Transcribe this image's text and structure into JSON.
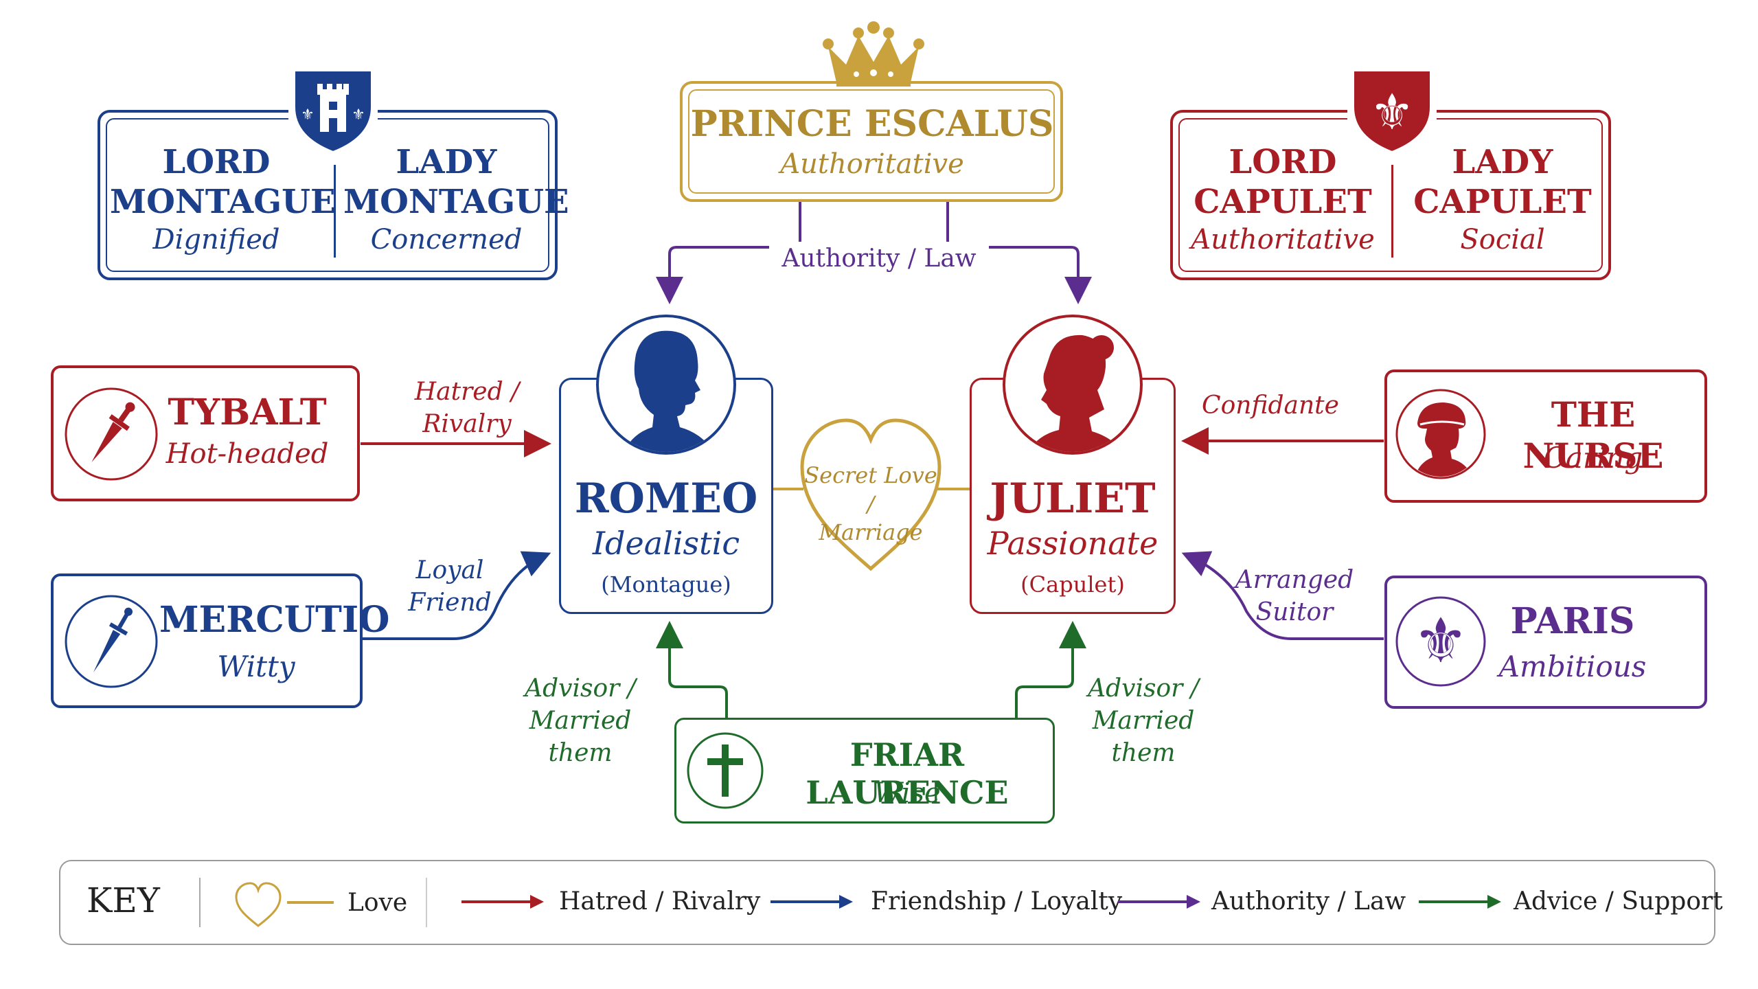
{
  "montague": {
    "lord": "LORD\nMONTAGUE",
    "lord_trait": "Dignified",
    "lady": "LADY\nMONTAGUE",
    "lady_trait": "Concerned"
  },
  "capulet": {
    "lord": "LORD\nCAPULET",
    "lord_trait": "Authoritative",
    "lady": "LADY\nCAPULET",
    "lady_trait": "Social"
  },
  "prince": {
    "name": "PRINCE ESCALUS",
    "trait": "Authoritative"
  },
  "romeo": {
    "name": "ROMEO",
    "trait": "Idealistic",
    "house": "(Montague)"
  },
  "juliet": {
    "name": "JULIET",
    "trait": "Passionate",
    "house": "(Capulet)"
  },
  "tybalt": {
    "name": "TYBALT",
    "trait": "Hot-headed"
  },
  "mercutio": {
    "name": "MERCUTIO",
    "trait": "Witty"
  },
  "nurse": {
    "name": "THE NURSE",
    "trait": "Caring"
  },
  "paris": {
    "name": "PARIS",
    "trait": "Ambitious"
  },
  "friar": {
    "name": "FRIAR LAURENCE",
    "trait": "Wise"
  },
  "relations": {
    "authority": "Authority / Law",
    "hatred": "Hatred /\nRivalry",
    "loyal": "Loyal\nFriend",
    "love": "Secret Love /\nMarriage",
    "confidante": "Confidante",
    "suitor": "Arranged\nSuitor",
    "advisor_left": "Advisor /\nMarried them",
    "advisor_right": "Advisor /\nMarried them"
  },
  "key": {
    "title": "KEY",
    "love": "Love",
    "hatred": "Hatred / Rivalry",
    "friendship": "Friendship / Loyalty",
    "authority": "Authority / Law",
    "advice": "Advice / Support"
  },
  "colors": {
    "montague": "#1b3f8a",
    "capulet": "#a81c24",
    "authority": "#5b2d8e",
    "advice": "#1f6b2a",
    "love": "#c9a23e",
    "prince": "#c9a23e"
  }
}
